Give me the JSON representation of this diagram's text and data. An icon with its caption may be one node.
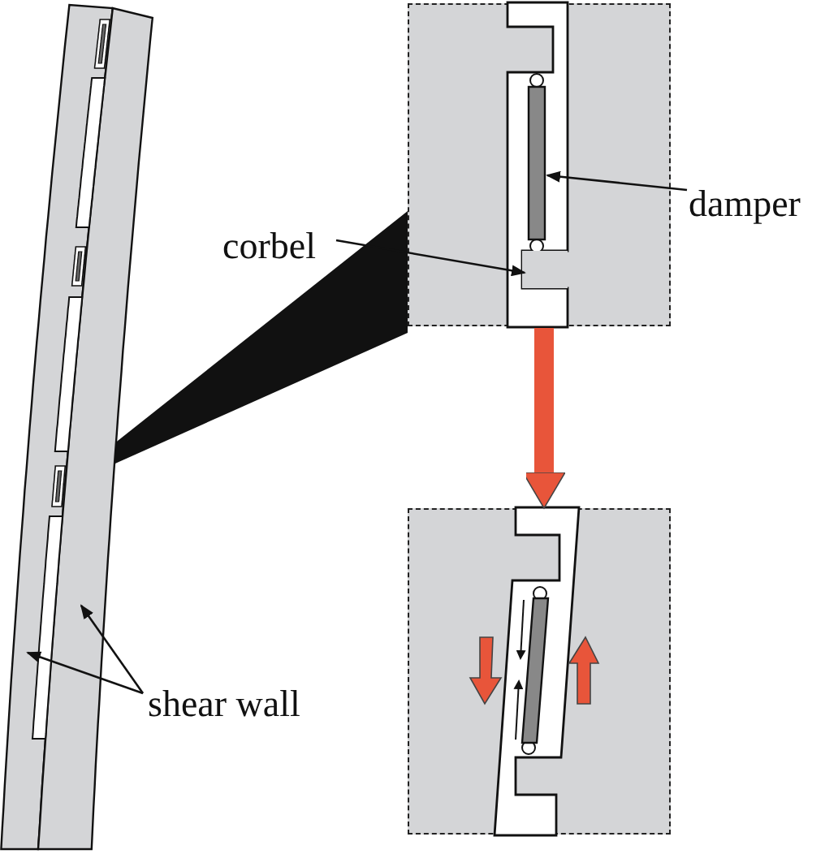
{
  "diagram": {
    "nodes": [
      {
        "text": [],
        "shape": "bar"
      },
      {
        "text": [],
        "shape": "bar"
      },
      {
        "text": [
          "corbel"
        ]
      },
      {
        "text": [],
        "shape": "box"
      },
      {
        "text": [],
        "shape": "bar",
        "in": 3
      },
      {
        "text": [],
        "shape": "box",
        "in": 3
      },
      {
        "text": [
          "damper"
        ]
      },
      {
        "text": [],
        "shape": "box"
      },
      {
        "text": [
          "shear wall"
        ]
      }
    ],
    "edges": [
      {
        "from": 2,
        "to": 5,
        "arrow": "to"
      },
      {
        "from": 6,
        "to": 4,
        "arrow": "to"
      },
      {
        "from": 3,
        "to": 7,
        "arrow": "to",
        "style": "thick",
        "color": "#e8553a"
      },
      {
        "from": 8,
        "to": 0,
        "arrow": "to"
      },
      {
        "from": 8,
        "to": 1,
        "arrow": "to"
      }
    ]
  }
}
